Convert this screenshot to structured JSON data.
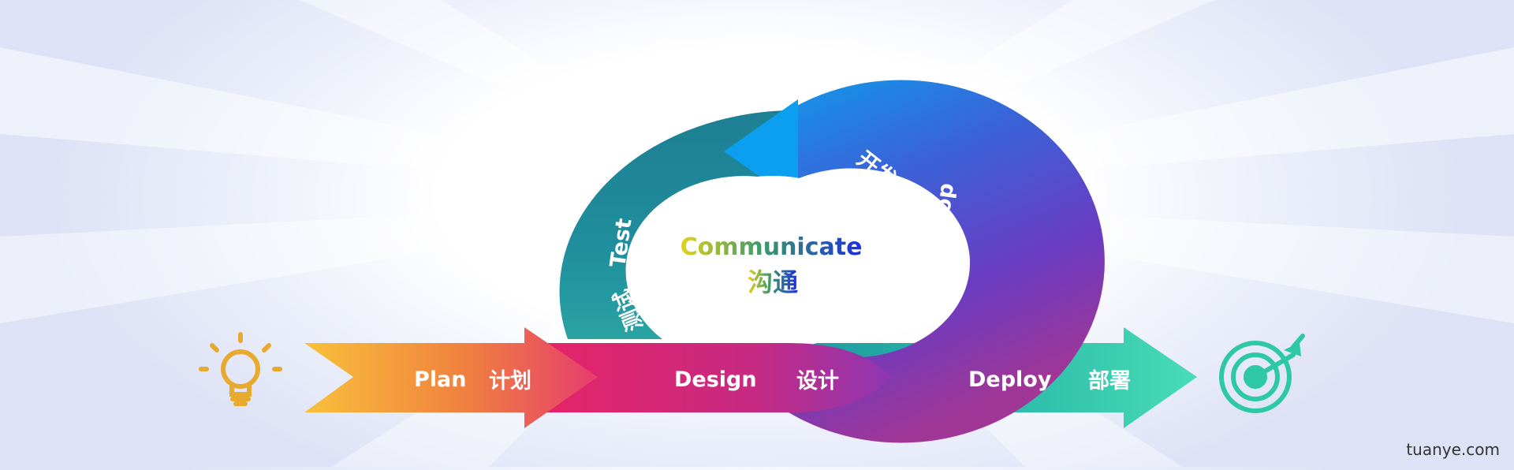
{
  "center": {
    "text_en": "Communicate",
    "text_zh": "沟通"
  },
  "stages": {
    "plan": {
      "en": "Plan",
      "zh": "计划"
    },
    "design": {
      "en": "Design",
      "zh": "设计"
    },
    "deploy": {
      "en": "Deploy",
      "zh": "部署"
    },
    "test": {
      "en": "Test",
      "zh": "测试"
    },
    "develop": {
      "en": "Develop",
      "zh": "开发"
    }
  },
  "icons": {
    "left": "lightbulb-icon",
    "right": "target-icon"
  },
  "colors": {
    "plan_start": "#f6b53c",
    "plan_end": "#ec5a6a",
    "design": "#d92679",
    "deploy": "#3dd3b0",
    "loop_teal": "#1f8c9c",
    "loop_blue": "#1390e8",
    "loop_purple": "#6a3cc4",
    "icon_gold": "#e8a92f",
    "icon_teal": "#2ec8a6"
  },
  "watermark": "tuanye.com"
}
